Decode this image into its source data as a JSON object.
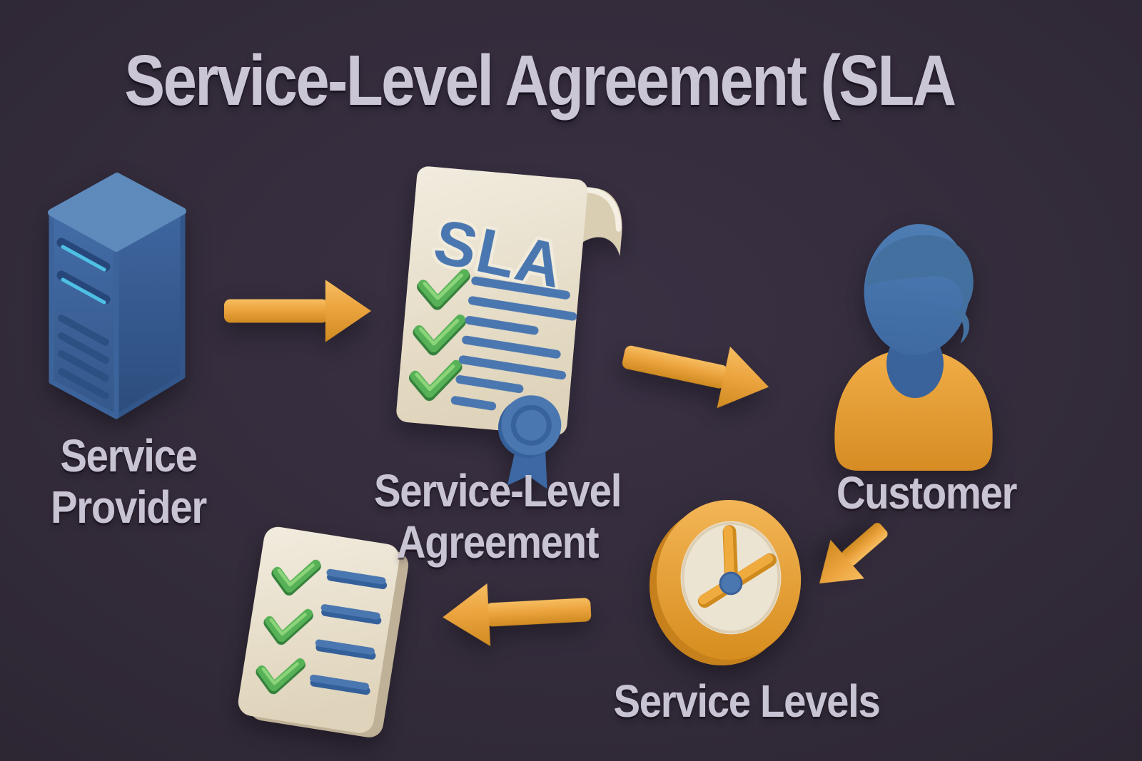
{
  "title": "Service-Level Agreement (SLA",
  "colors": {
    "background": "#342c3b",
    "label_text": "#c9c4d3",
    "arrow_orange": "#eca43f",
    "document_cream": "#ece5d5",
    "accent_blue": "#4a77b0",
    "server_blue": "#3f68a2",
    "check_green": "#57b156",
    "slot_cyan": "#4ec0e4"
  },
  "nodes": {
    "provider": {
      "label": [
        "Service",
        "Provider"
      ],
      "icon": "server-icon"
    },
    "agreement": {
      "badge": "SLA",
      "label": [
        "Service-Level",
        "Agreement"
      ],
      "icon": "sla-document-icon"
    },
    "customer": {
      "label": "Customer",
      "icon": "person-icon"
    },
    "service_levels": {
      "label": "Service Levels",
      "icon": "clock-icon"
    },
    "checklist": {
      "icon": "checklist-icon"
    }
  },
  "flow": [
    {
      "from": "provider",
      "to": "agreement",
      "icon": "arrow-right-icon"
    },
    {
      "from": "agreement",
      "to": "customer",
      "icon": "arrow-right-icon"
    },
    {
      "from": "customer",
      "to": "service_levels",
      "icon": "arrow-down-left-icon"
    },
    {
      "from": "service_levels",
      "to": "checklist",
      "icon": "arrow-left-icon"
    }
  ]
}
